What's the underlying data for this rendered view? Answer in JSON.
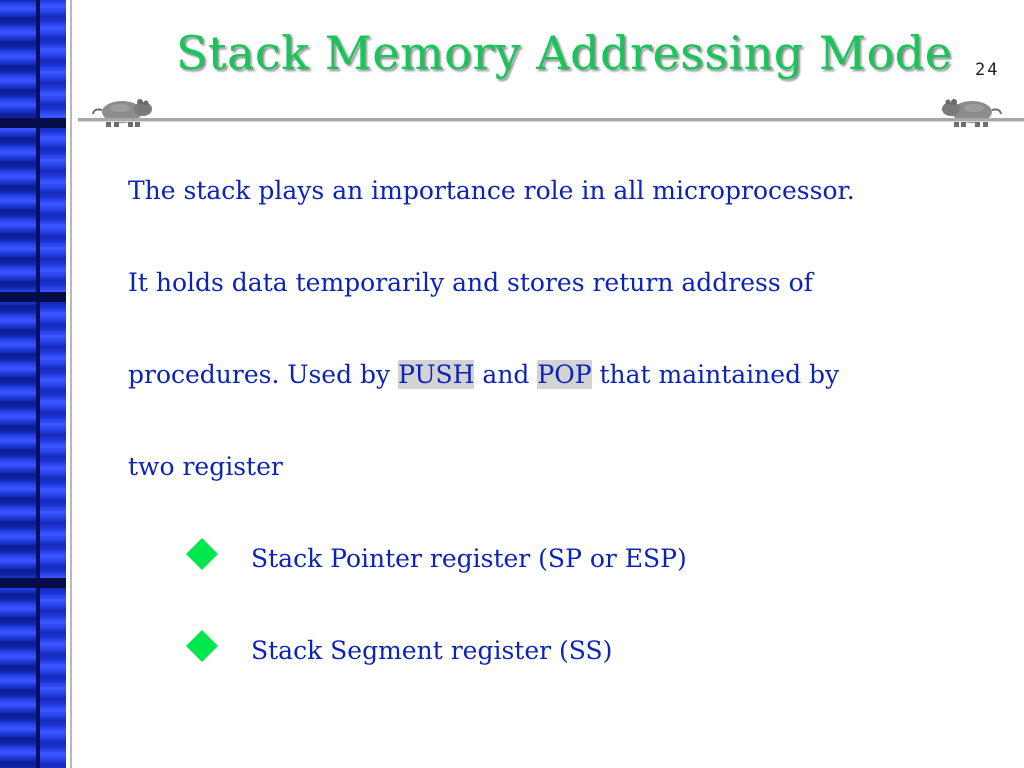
{
  "slide": {
    "title": "Stack Memory Addressing Mode",
    "page_number": "24"
  },
  "paragraph": {
    "line1": "The stack plays an importance role in all microprocessor.",
    "line2": "It holds data temporarily and stores return address of",
    "line3_pre": "procedures. Used by ",
    "line3_push": "PUSH",
    "line3_mid": " and ",
    "line3_pop": "POP",
    "line3_post": " that maintained by",
    "line4": "two register"
  },
  "bullets": [
    {
      "text": "Stack Pointer register (SP or ESP)"
    },
    {
      "text": "Stack Segment register (SS)"
    }
  ],
  "colors": {
    "title": "#17c55a",
    "body_text": "#0c23b8",
    "bullet": "#00e64d",
    "left_bar": "#1a2fd0"
  },
  "icons": {
    "decoration": "hippo-icon",
    "bullet": "diamond-bullet-icon"
  }
}
